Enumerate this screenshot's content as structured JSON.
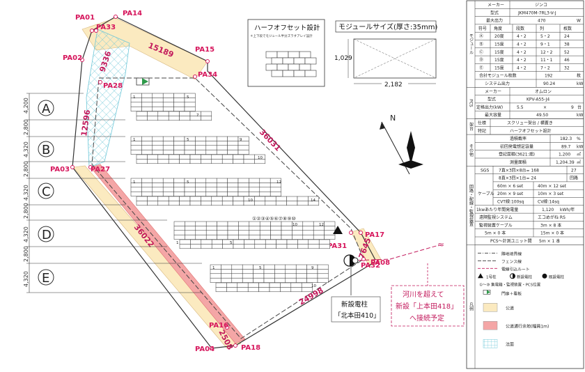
{
  "points": {
    "pa01": "PA01",
    "pa14": "PA14",
    "pa33": "PA33",
    "pa02": "PA02",
    "pa15": "PA15",
    "pa34": "PA34",
    "pa28": "PA28",
    "pa03": "PA03",
    "pa27": "PA27",
    "pa17": "PA17",
    "pa31": "PA31",
    "pa32": "PA32",
    "pa08": "PA08",
    "pa16": "PA16",
    "pa04": "PA04",
    "pa18": "PA18"
  },
  "distances": {
    "d15189": "15189",
    "d9336": "9336",
    "d12596": "12596",
    "d36031": "36031",
    "d36022": "36022",
    "d7645": "7645",
    "d24998": "24998",
    "d2508": "2508"
  },
  "row_labels": [
    "A",
    "B",
    "C",
    "D",
    "E"
  ],
  "row_dims": [
    "4,200",
    "2,800",
    "4,320",
    "2,800",
    "4,320",
    "2,800",
    "4,320",
    "2,800",
    "4,320"
  ],
  "half_offset": {
    "title": "ハーフオフセット設計",
    "note": "＊上下段でモジュール半分ズラすアレイ設計"
  },
  "module_size": {
    "title": "モジュールサイズ(厚さ:35mm)",
    "height": "1,029",
    "width": "2,182"
  },
  "array_numbers": {
    "a1": "1",
    "a5": "5",
    "a7": "7",
    "b1": "1",
    "b5": "5",
    "b9": "9",
    "b10": "10",
    "c1": "1",
    "c5": "5",
    "c10": "10",
    "c12": "12",
    "c14": "14",
    "d1": "1",
    "d5": "5",
    "d10": "10",
    "d12": "12",
    "e1": "1",
    "e5": "5",
    "e9": "9",
    "e10": "10"
  },
  "pcs_circles": "①②③④⑤⑥⑦⑧⑨⑩",
  "pole_label": {
    "line1": "新設電柱",
    "line2": "「北本田410」"
  },
  "river_note": {
    "line1": "河川を超えて",
    "line2": "新設「上本田418」",
    "line3": "へ接続予定"
  },
  "table": {
    "module_maker_label": "メーカー",
    "module_maker": "ジンコ",
    "model_label": "型式",
    "model": "JKM470M-7RL3-V-J",
    "max_output_label": "最大出力",
    "max_output": "470",
    "max_output_unit": "W",
    "section_module": "モジュール",
    "head": [
      "符号",
      "角度",
      "段数",
      "列",
      "枚数"
    ],
    "rows": [
      [
        "Ⓐ",
        "20度",
        "4・2",
        "5・2",
        "24"
      ],
      [
        "Ⓑ",
        "15度",
        "4・2",
        "9・1",
        "38"
      ],
      [
        "Ⓒ",
        "15度",
        "4・2",
        "12・2",
        "52"
      ],
      [
        "Ⓓ",
        "15度",
        "4・2",
        "11・1",
        "46"
      ],
      [
        "Ⓔ",
        "15度",
        "4・2",
        "7・2",
        "32"
      ]
    ],
    "total_label": "合計モジュール枚数",
    "total": "192",
    "total_unit": "枚",
    "system_label": "システム出力",
    "system": "90.24",
    "system_unit": "kW",
    "pcs_maker_label": "メーカー",
    "pcs_maker": "オムロン",
    "pcs_model_label": "型式",
    "pcs_model": "KPV-A55-J4",
    "rated_label": "定格出力(kW)",
    "rated_a": "5.5",
    "rated_x": "×",
    "rated_b": "9",
    "rated_unit": "台",
    "max_cap_label": "最大容量",
    "max_cap": "49.50",
    "max_cap_unit": "kW",
    "section_pcs": "PCS",
    "spec_label": "仕様",
    "spec": "スクリュー架台 / 横置き",
    "special_label": "特記",
    "special": "ハーフオフセット設計",
    "section_mount": "架台",
    "overload_label": "過積載率",
    "overload": "182.3",
    "overload_unit": "%",
    "gen_label": "初回発電想定容量",
    "gen": "89.7",
    "gen_unit": "kW",
    "reg_area_label": "登記面積(3621:畑)",
    "reg_area": "1,200",
    "reg_area_unit": "㎡",
    "survey_label": "測量面積",
    "survey": "1,204.39",
    "survey_unit": "㎡",
    "section_other": "その他",
    "sgs_label": "SGS",
    "sgs_1": "7直×3回×8台= 168",
    "sgs_1n": "27",
    "sgs_2": "8直×3回×1台= 24",
    "sgs_2n": "回路",
    "cable_label": "ケーブル",
    "cable_1a": "60m × 6 set",
    "cable_1b": "40m × 12 set",
    "cable_2a": "20m × 9 set",
    "cable_2b": "10m × 3 set",
    "cable_3a": "CVT線:100sq",
    "cable_3b": "CV線:14sq",
    "annual_label": "1kwあたり年間発電量",
    "annual": "1,120",
    "annual_unit": "kWh/年",
    "remote_label": "遠隔監視システム",
    "remote": "エコめがね RS",
    "mon_cable_label": "監視装置ケーブル",
    "mon_cable": "3m × 8 本",
    "mon_a": "5m × 0 本",
    "mon_b": "15m × 0 本",
    "pcs_unit_label": "PCS〜計測ユニット間",
    "pcs_unit": "5m × 1 本",
    "section_circuit": "回路・配線・監視装置",
    "legend": {
      "boundary": "隣地境界線",
      "fence": "フェンス線",
      "wire": "電線引込ルート",
      "pole1": "1号柱",
      "new_pole": "新設電柱",
      "exist_pole": "既設電柱",
      "pcs_pos": "①〜⑩ 集電箱・監視装置・PCS位置",
      "gate": "門扉＋看板",
      "road": "公道",
      "road_right": "公道通行余地(幅員1m)",
      "slope": "法面",
      "section": "凡例"
    }
  }
}
